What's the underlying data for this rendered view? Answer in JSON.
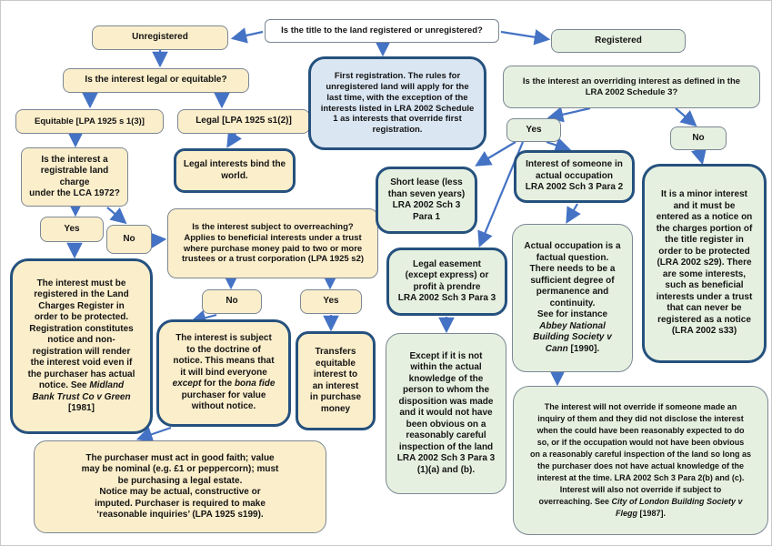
{
  "diagram": {
    "title": "Land registration flowchart",
    "arrow_color": "#4472C4",
    "colors": {
      "unregistered_branch": "#FBEECB",
      "registered_branch": "#E6F0E0",
      "first_registration": "#DAE6F2",
      "emphasis_border": "#25517e",
      "plain_border": "#7b8794"
    },
    "nodes": {
      "title_q": "Is the title to the land registered or unregistered?",
      "unregistered": "Unregistered",
      "registered": "Registered",
      "legal_or_equitable_q": "Is the interest legal or equitable?",
      "first_registration": "First registration. The rules for\nunregistered land will apply for the\nlast time, with the exception of the\ninterests listed in LRA 2002 Schedule\n1 as interests that override first\nregistration.",
      "overriding_q": "Is the interest an overriding interest as defined in the\nLRA 2002 Schedule 3?",
      "equitable": "Equitable [LPA 1925 s 1(3)]",
      "legal": "Legal [LPA 1925 s1(2)]",
      "legal_bind_world": "Legal interests bind the\nworld.",
      "lca_q": "Is the interest a\nregistrable land charge\nunder the LCA 1972?",
      "yes1": "Yes",
      "no1": "No",
      "overreaching_q": "Is the interest subject to overreaching?\nApplies to beneficial interests under a trust\nwhere purchase money paid to two or more\ntrustees or a trust corporation (LPA 1925 s2)",
      "must_register": [
        {
          "t": "The interest must be\nregistered in the Land\nCharges Register in\norder to be protected.\nRegistration constitutes\nnotice and non-\nregistration will render\nthe interest void even if\nthe purchaser has actual\nnotice. See ",
          "i": false
        },
        {
          "t": "Midland\nBank Trust Co v Green",
          "i": true
        },
        {
          "t": "\n[1981]",
          "i": false
        }
      ],
      "no2": "No",
      "yes2": "Yes",
      "doctrine_notice": [
        {
          "t": "The interest is subject\nto the doctrine of\nnotice. This means that\nit will bind everyone\n",
          "i": false
        },
        {
          "t": "except",
          "i": true
        },
        {
          "t": " for the ",
          "i": false
        },
        {
          "t": "bona fide",
          "i": true
        },
        {
          "t": "\npurchaser for value\nwithout notice.",
          "i": false
        }
      ],
      "transfers": "Transfers\nequitable\ninterest to\nan interest\nin purchase\nmoney",
      "good_faith": "The purchaser must act in good faith; value\nmay be nominal (e.g. £1 or peppercorn); must\nbe purchasing a legal estate.\nNotice may be actual, constructive or\nimputed.  Purchaser is required to make\n‘reasonable inquiries’ (LPA 1925 s199).",
      "short_lease": "Short lease (less\nthan seven years)\nLRA 2002 Sch 3\nPara 1",
      "legal_easement": "Legal easement\n(except express) or\nprofit à prendre\nLRA 2002 Sch 3 Para 3",
      "except_if": "Except if it is not\nwithin the actual\nknowledge of the\nperson to whom the\ndisposition was made\nand it would not have\nbeen obvious on a\nreasonably careful\ninspection of the land\nLRA 2002 Sch 3 Para 3\n(1)(a) and (b).",
      "yes3": "Yes",
      "no3": "No",
      "actual_occupation": "Interest of someone in\nactual occupation\nLRA 2002 Sch 3 Para 2",
      "actual_occupation_factual": [
        {
          "t": "Actual occupation is a\nfactual question.\nThere needs to be a\nsufficient degree of\npermanence and\ncontinuity.\nSee for instance\n",
          "i": false
        },
        {
          "t": "Abbey National\nBuilding Society v\nCann",
          "i": true
        },
        {
          "t": " [1990].",
          "i": false
        }
      ],
      "minor_interest": "It is a minor interest\nand it must be\nentered as a notice on\nthe charges portion of\nthe title register in\norder to be protected\n(LRA 2002 s29). There\nare some interests,\nsuch as beneficial\ninterests under a trust\nthat can never be\nregistered as a notice\n(LRA 2002 s33)",
      "not_override": [
        {
          "t": "The interest will not override if someone made an\ninquiry of them and they did not disclose the interest\nwhen the could have been reasonably expected to do\nso, or if the occupation would not have been obvious\non a reasonably careful inspection of the land so long as\nthe purchaser does not have actual knowledge of the\ninterest at the time. LRA 2002 Sch 3 Para 2(b) and (c).\nInterest will also not override if subject to\noverreaching. See ",
          "i": false
        },
        {
          "t": "City of London Building Society v\nFlegg",
          "i": true
        },
        {
          "t": " [1987].",
          "i": false
        }
      ]
    }
  }
}
